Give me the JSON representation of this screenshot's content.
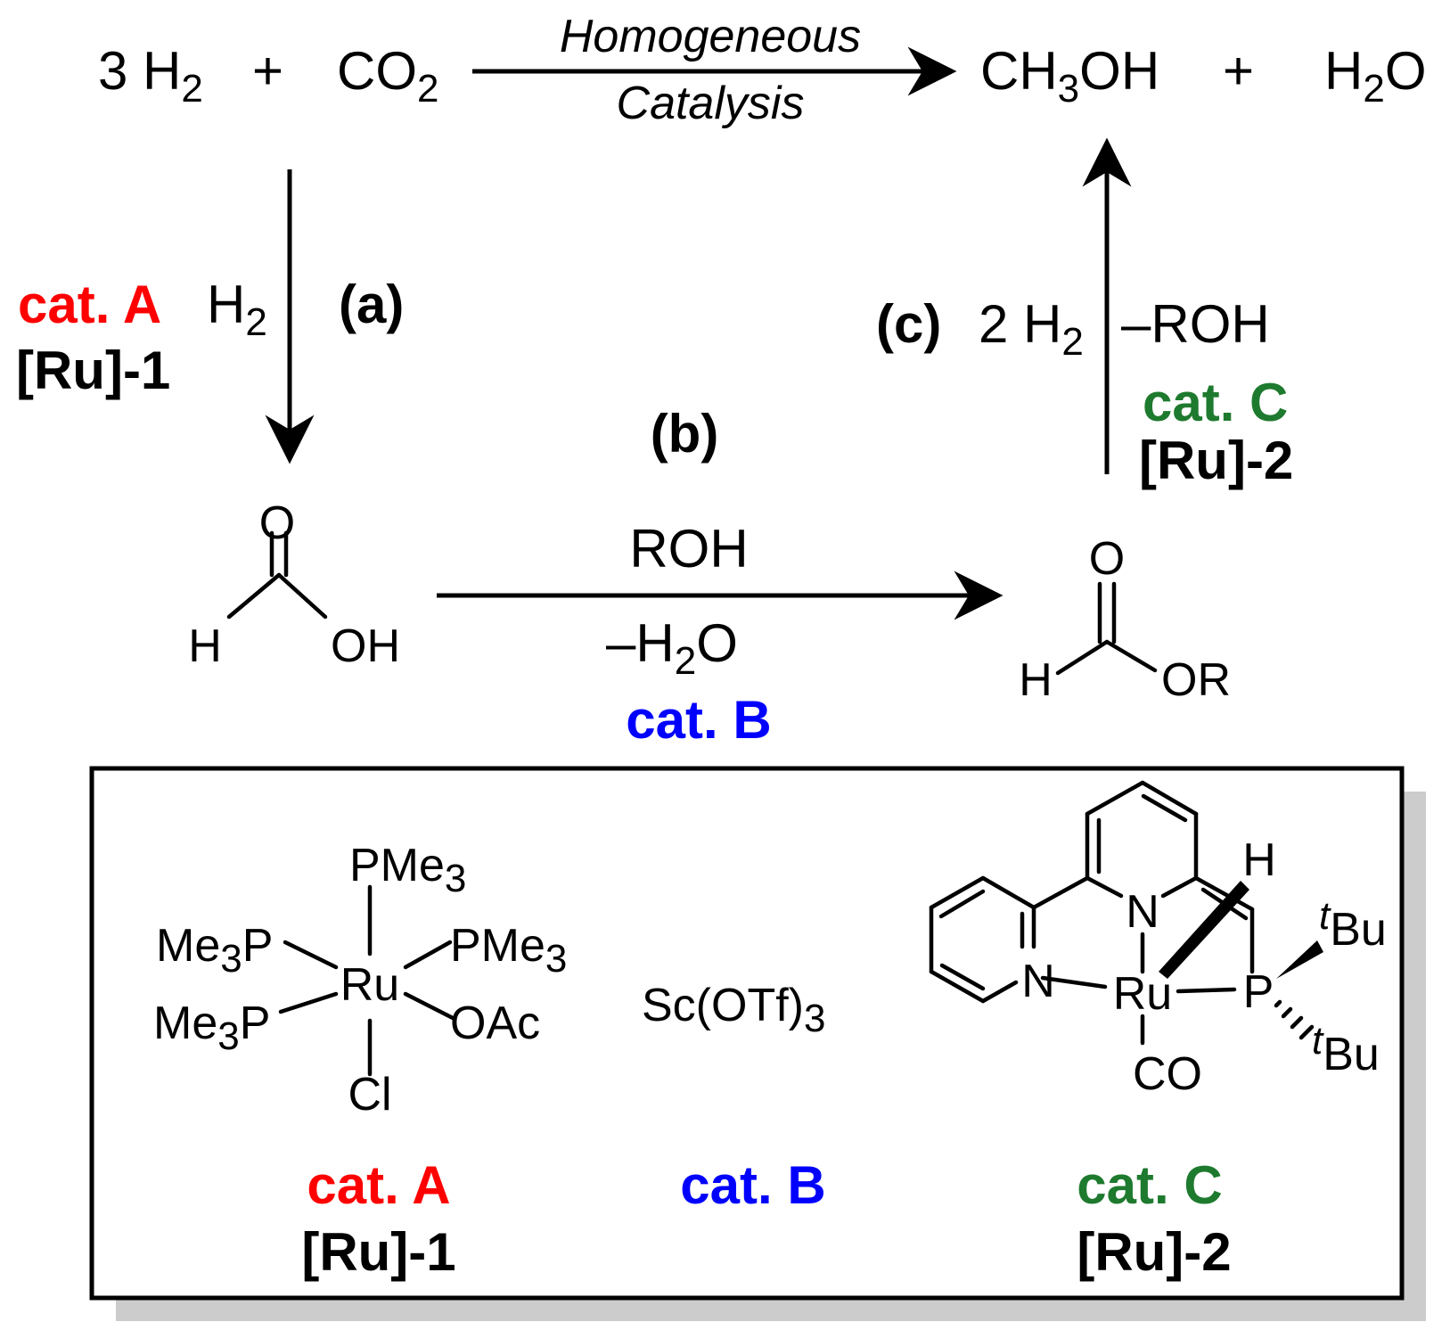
{
  "colors": {
    "cat_a": "#ff0000",
    "cat_b": "#0000ff",
    "cat_c": "#1e7a2e",
    "text": "#000000",
    "shadow": "#cccccc"
  },
  "top_reaction": {
    "reactant1_coef": "3",
    "reactant1_main": "H",
    "reactant1_sub": "2",
    "plus": "+",
    "reactant2_main": "CO",
    "reactant2_sub": "2",
    "arrow_label_line1": "Homogeneous",
    "arrow_label_line2": "Catalysis",
    "product1_a": "CH",
    "product1_sub": "3",
    "product1_b": "OH",
    "product2_a": "H",
    "product2_sub": "2",
    "product2_b": "O"
  },
  "step_a": {
    "label": "(a)",
    "reagent_main": "H",
    "reagent_sub": "2",
    "catalyst": "cat. A",
    "catalyst_id": "[Ru]-1"
  },
  "step_b": {
    "label": "(b)",
    "reagent_top": "ROH",
    "byproduct_sign": "–",
    "byproduct_a": "H",
    "byproduct_sub": "2",
    "byproduct_b": "O",
    "catalyst": "cat. B"
  },
  "step_c": {
    "label": "(c)",
    "reagent_coef": "2",
    "reagent_main": "H",
    "reagent_sub": "2",
    "byproduct": "–ROH",
    "catalyst": "cat. C",
    "catalyst_id": "[Ru]-2"
  },
  "formic_acid": {
    "o": "O",
    "h": "H",
    "oh": "OH"
  },
  "formate_ester": {
    "o": "O",
    "h": "H",
    "or": "OR"
  },
  "box": {
    "cat_a": {
      "top": "PMe",
      "top_sub": "3",
      "ul": "Me",
      "ul_sub": "3",
      "ul_tail": "P",
      "ur": "PMe",
      "ur_sub": "3",
      "ll": "Me",
      "ll_sub": "3",
      "ll_tail": "P",
      "lr": "OAc",
      "bottom": "Cl",
      "metal": "Ru",
      "label": "cat. A",
      "id": "[Ru]-1"
    },
    "cat_b": {
      "formula": "Sc(OTf)",
      "formula_sub": "3",
      "label": "cat. B"
    },
    "cat_c": {
      "n_py": "N",
      "n_center": "N",
      "metal": "Ru",
      "h": "H",
      "p": "P",
      "tbu_sup": "t",
      "tbu": "Bu",
      "co": "CO",
      "label": "cat. C",
      "id": "[Ru]-2"
    }
  }
}
